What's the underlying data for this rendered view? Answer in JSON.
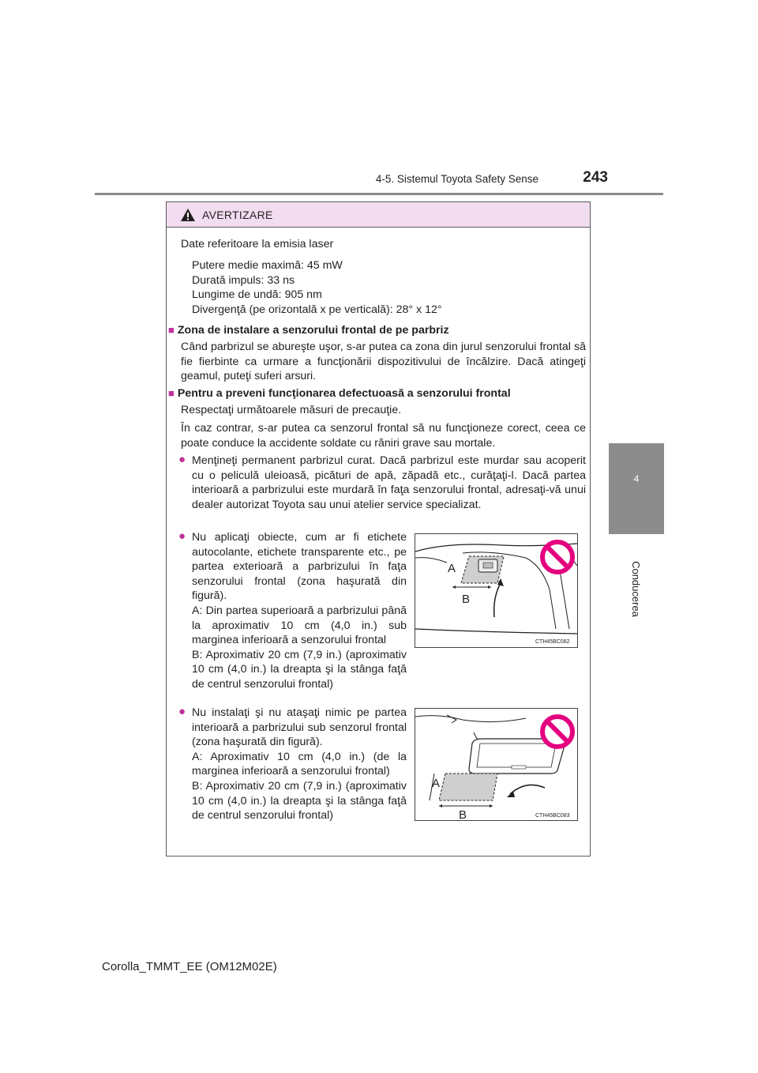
{
  "header": {
    "section_title": "4-5. Sistemul Toyota Safety Sense",
    "page_number": "243"
  },
  "chapter_tab": {
    "number": "4",
    "label": "Conducerea"
  },
  "warning": {
    "title": "AVERTIZARE",
    "intro": "Date referitoare la emisia laser",
    "specs": [
      "Putere medie maximă: 45 mW",
      "Durată impuls: 33 ns",
      "Lungime de undă: 905 nm",
      "Divergenţă (pe orizontală x pe verticală): 28° x 12°"
    ],
    "section1": {
      "heading": "Zona de instalare a senzorului frontal de pe parbriz",
      "text": "Când parbrizul se abureşte uşor, s-ar putea ca zona din jurul senzorului frontal să fie fierbinte ca urmare a funcţionării dispozitivului de încălzire. Dacă atingeţi geamul, puteţi suferi arsuri."
    },
    "section2": {
      "heading": "Pentru a preveni funcţionarea defectuoasă a senzorului frontal",
      "text1": "Respectaţi următoarele măsuri de precauţie.",
      "text2": "În caz contrar, s-ar putea ca senzorul frontal să nu funcţioneze corect, ceea ce poate conduce la accidente soldate cu răniri grave sau mortale.",
      "bullet1": "Menţineţi permanent parbrizul curat. Dacă parbrizul este murdar sau acoperit cu o peliculă uleioasă, picături de apă, zăpadă etc., curăţaţi-l. Dacă partea interioară a parbrizului este murdară în faţa senzorului frontal, adresaţi-vă unui dealer autorizat Toyota sau unui atelier service specializat.",
      "bullet2": {
        "text": "Nu aplicaţi obiecte, cum ar fi etichete autocolante, etichete transparente etc., pe partea exterioară a parbrizului în faţa senzorului frontal (zona haşurată din figură).",
        "a": "A: Din partea superioară a parbrizului până la aproximativ 10 cm (4,0 in.) sub marginea inferioară a senzorului frontal",
        "b": "B: Aproximativ 20 cm (7,9 in.) (aproximativ 10 cm (4,0 in.) la dreapta şi la stânga faţă de centrul senzorului frontal)"
      },
      "bullet3": {
        "text": "Nu instalaţi şi nu ataşaţi nimic pe partea interioară a parbrizului sub senzorul frontal (zona haşurată din figură).",
        "a": "A: Aproximativ 10 cm (4,0 in.) (de la marginea inferioară a senzorului frontal)",
        "b": "B: Aproximativ 20 cm (7,9 in.) (aproximativ 10 cm (4,0 in.) la dreapta şi la stânga faţă de centrul senzorului frontal)"
      }
    },
    "figures": {
      "fig1": {
        "code": "CTH45BC082",
        "label_a": "A",
        "label_b": "B"
      },
      "fig2": {
        "code": "CTH45BC083",
        "label_a": "A",
        "label_b": "B"
      }
    }
  },
  "footer": {
    "model": "Corolla_TMMT_EE (OM12M02E)"
  }
}
